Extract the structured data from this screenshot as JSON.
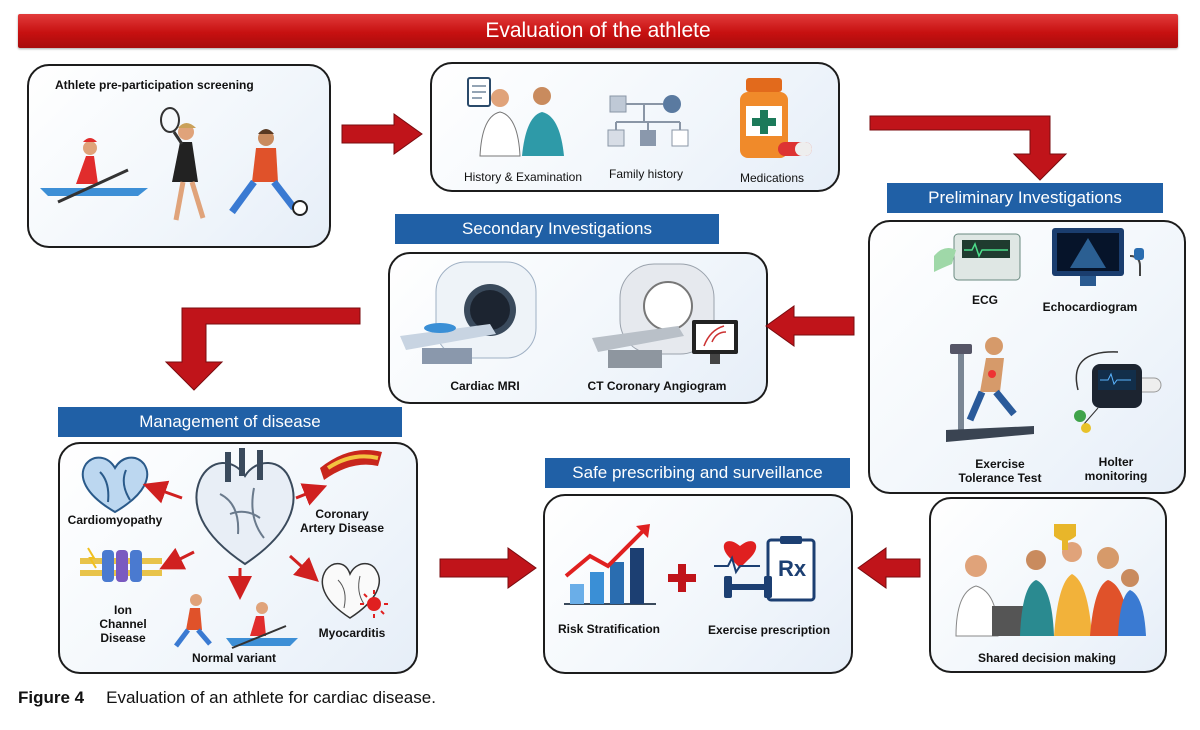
{
  "banner": "Evaluation of the athlete",
  "screening": {
    "title": "Athlete pre-participation screening"
  },
  "history": {
    "history_exam": "History & Examination",
    "family": "Family history",
    "medications": "Medications"
  },
  "preliminary": {
    "title": "Preliminary Investigations",
    "ecg": "ECG",
    "echo": "Echocardiogram",
    "exercise_line1": "Exercise",
    "exercise_line2": "Tolerance Test",
    "holter_line1": "Holter",
    "holter_line2": "monitoring"
  },
  "secondary": {
    "title": "Secondary Investigations",
    "mri": "Cardiac MRI",
    "ct": "CT Coronary Angiogram"
  },
  "management": {
    "title": "Management of disease",
    "cardiomyopathy": "Cardiomyopathy",
    "cad_line1": "Coronary",
    "cad_line2": "Artery Disease",
    "ion_line1": "Ion",
    "ion_line2": "Channel",
    "ion_line3": "Disease",
    "normal": "Normal variant",
    "myocarditis": "Myocarditis"
  },
  "safe": {
    "title": "Safe prescribing and surveillance",
    "risk": "Risk Stratification",
    "exercise": "Exercise prescription"
  },
  "shared": {
    "label": "Shared decision making"
  },
  "caption": {
    "figure": "Figure 4",
    "text": "Evaluation of an athlete for cardiac disease."
  },
  "colors": {
    "banner_red": "#c71010",
    "header_blue": "#2060a6",
    "arrow_red": "#c0141a"
  }
}
